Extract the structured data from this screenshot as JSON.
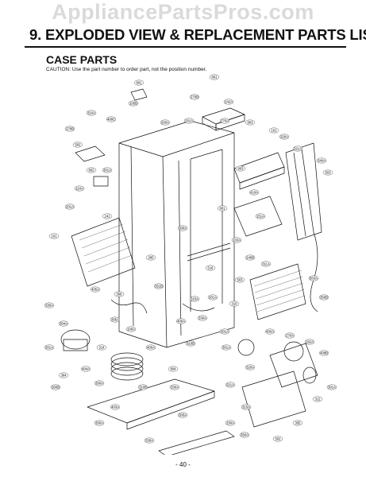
{
  "watermark": "AppliancePartsPros.com",
  "title": "9. EXPLODED VIEW & REPLACEMENT PARTS LIST",
  "section": "CASE PARTS",
  "caution": "CAUTION: Use the part number to order part, not the position number.",
  "page_number": "- 40 -",
  "diagram": {
    "labels": [
      "801",
      "105B",
      "270B",
      "242A",
      "801",
      "200A",
      "201A",
      "270A",
      "803",
      "101",
      "270B",
      "310A",
      "408C",
      "502",
      "301A",
      "802",
      "110A",
      "201A",
      "241",
      "101",
      "320A",
      "321A",
      "340A",
      "503",
      "803",
      "410A",
      "151A",
      "103A",
      "240B",
      "311A",
      "503A",
      "350B",
      "301A",
      "315A",
      "310",
      "351B",
      "405A",
      "308",
      "330A",
      "304A",
      "305A",
      "106A",
      "400A",
      "301A",
      "314",
      "300A",
      "404A",
      "304",
      "300B",
      "804",
      "330A",
      "310B",
      "403A",
      "300A",
      "330A",
      "301A",
      "310B",
      "301A",
      "400A",
      "270A",
      "262A",
      "408B",
      "320A",
      "321A",
      "315A",
      "330A",
      "350A",
      "355",
      "312",
      "301A",
      "502",
      "305A",
      "330A",
      "400A",
      "280",
      "503",
      "516",
      "300A",
      "801"
    ]
  }
}
